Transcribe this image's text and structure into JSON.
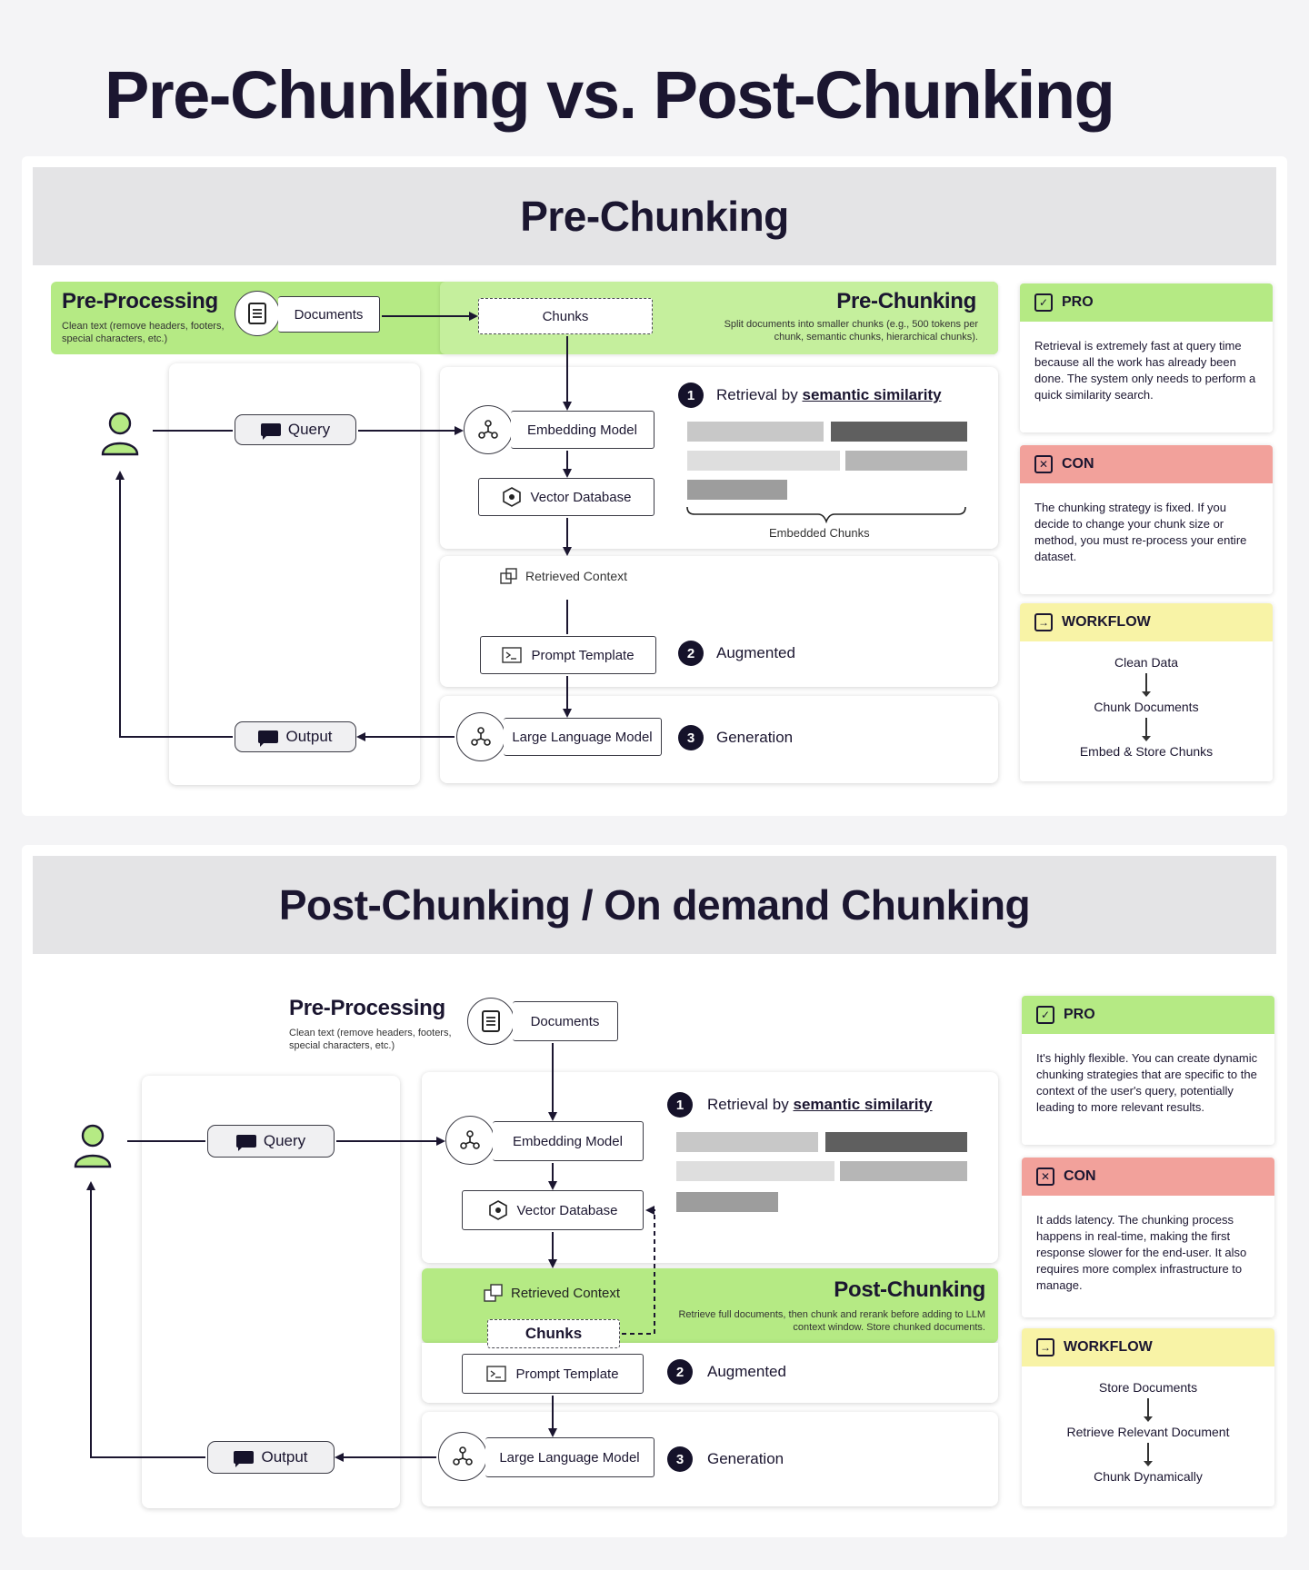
{
  "title": "Pre-Chunking vs. Post-Chunking",
  "pre": {
    "band_title": "Pre-Chunking",
    "preprocessing_title": "Pre-Processing",
    "preprocessing_desc": "Clean text (remove headers, footers, special characters, etc.)",
    "documents": "Documents",
    "chunks": "Chunks",
    "chunking_title": "Pre-Chunking",
    "chunking_desc": "Split documents into smaller chunks (e.g., 500 tokens per chunk, semantic chunks, hierarchical chunks).",
    "query": "Query",
    "output": "Output",
    "embedding_model": "Embedding Model",
    "vector_database": "Vector Database",
    "retrieved_context": "Retrieved Context",
    "prompt_template": "Prompt Template",
    "llm": "Large Language Model",
    "step1_num": "1",
    "step1_prefix": "Retrieval by",
    "step1_em": "semantic similarity",
    "step2_num": "2",
    "step2": "Augmented",
    "step3_num": "3",
    "step3": "Generation",
    "embedded_chunks": "Embedded Chunks",
    "pro_label": "PRO",
    "pro_text": "Retrieval is extremely fast at query time because all the work has already been done. The system only needs to perform a quick similarity search.",
    "con_label": "CON",
    "con_text": "The chunking strategy is fixed. If you decide to change your chunk size or method, you must re-process your entire dataset.",
    "workflow_label": "WORKFLOW",
    "workflow": [
      "Clean Data",
      "Chunk Documents",
      "Embed & Store Chunks"
    ]
  },
  "post": {
    "band_title": "Post-Chunking / On demand Chunking",
    "preprocessing_title": "Pre-Processing",
    "preprocessing_desc": "Clean text (remove headers, footers, special characters, etc.)",
    "documents": "Documents",
    "query": "Query",
    "output": "Output",
    "embedding_model": "Embedding Model",
    "vector_database": "Vector Database",
    "retrieved_context": "Retrieved Context",
    "chunks": "Chunks",
    "chunking_title": "Post-Chunking",
    "chunking_desc": "Retrieve full documents, then chunk and rerank before adding to LLM context window. Store chunked documents.",
    "prompt_template": "Prompt Template",
    "llm": "Large Language Model",
    "step1_num": "1",
    "step1_prefix": "Retrieval by",
    "step1_em": "semantic similarity",
    "step2_num": "2",
    "step2": "Augmented",
    "step3_num": "3",
    "step3": "Generation",
    "pro_label": "PRO",
    "pro_text": "It's highly flexible. You can create dynamic chunking strategies that are specific to the context of the user's query, potentially leading to more relevant results.",
    "con_label": "CON",
    "con_text": "It adds latency. The chunking process happens in real-time, making the first response slower for the end-user. It also requires more complex infrastructure to manage.",
    "workflow_label": "WORKFLOW",
    "workflow": [
      "Store Documents",
      "Retrieve Relevant Document",
      "Chunk Dynamically"
    ]
  },
  "colors": {
    "green": "#b5ea84",
    "red": "#f2a19b",
    "yellow": "#f8f3a6",
    "ink": "#1b1630"
  },
  "icons": [
    "document-icon",
    "network-icon",
    "database-icon",
    "copy-icon",
    "terminal-icon",
    "chat-icon",
    "user-icon",
    "check-icon",
    "close-icon",
    "arrow-right-icon"
  ]
}
